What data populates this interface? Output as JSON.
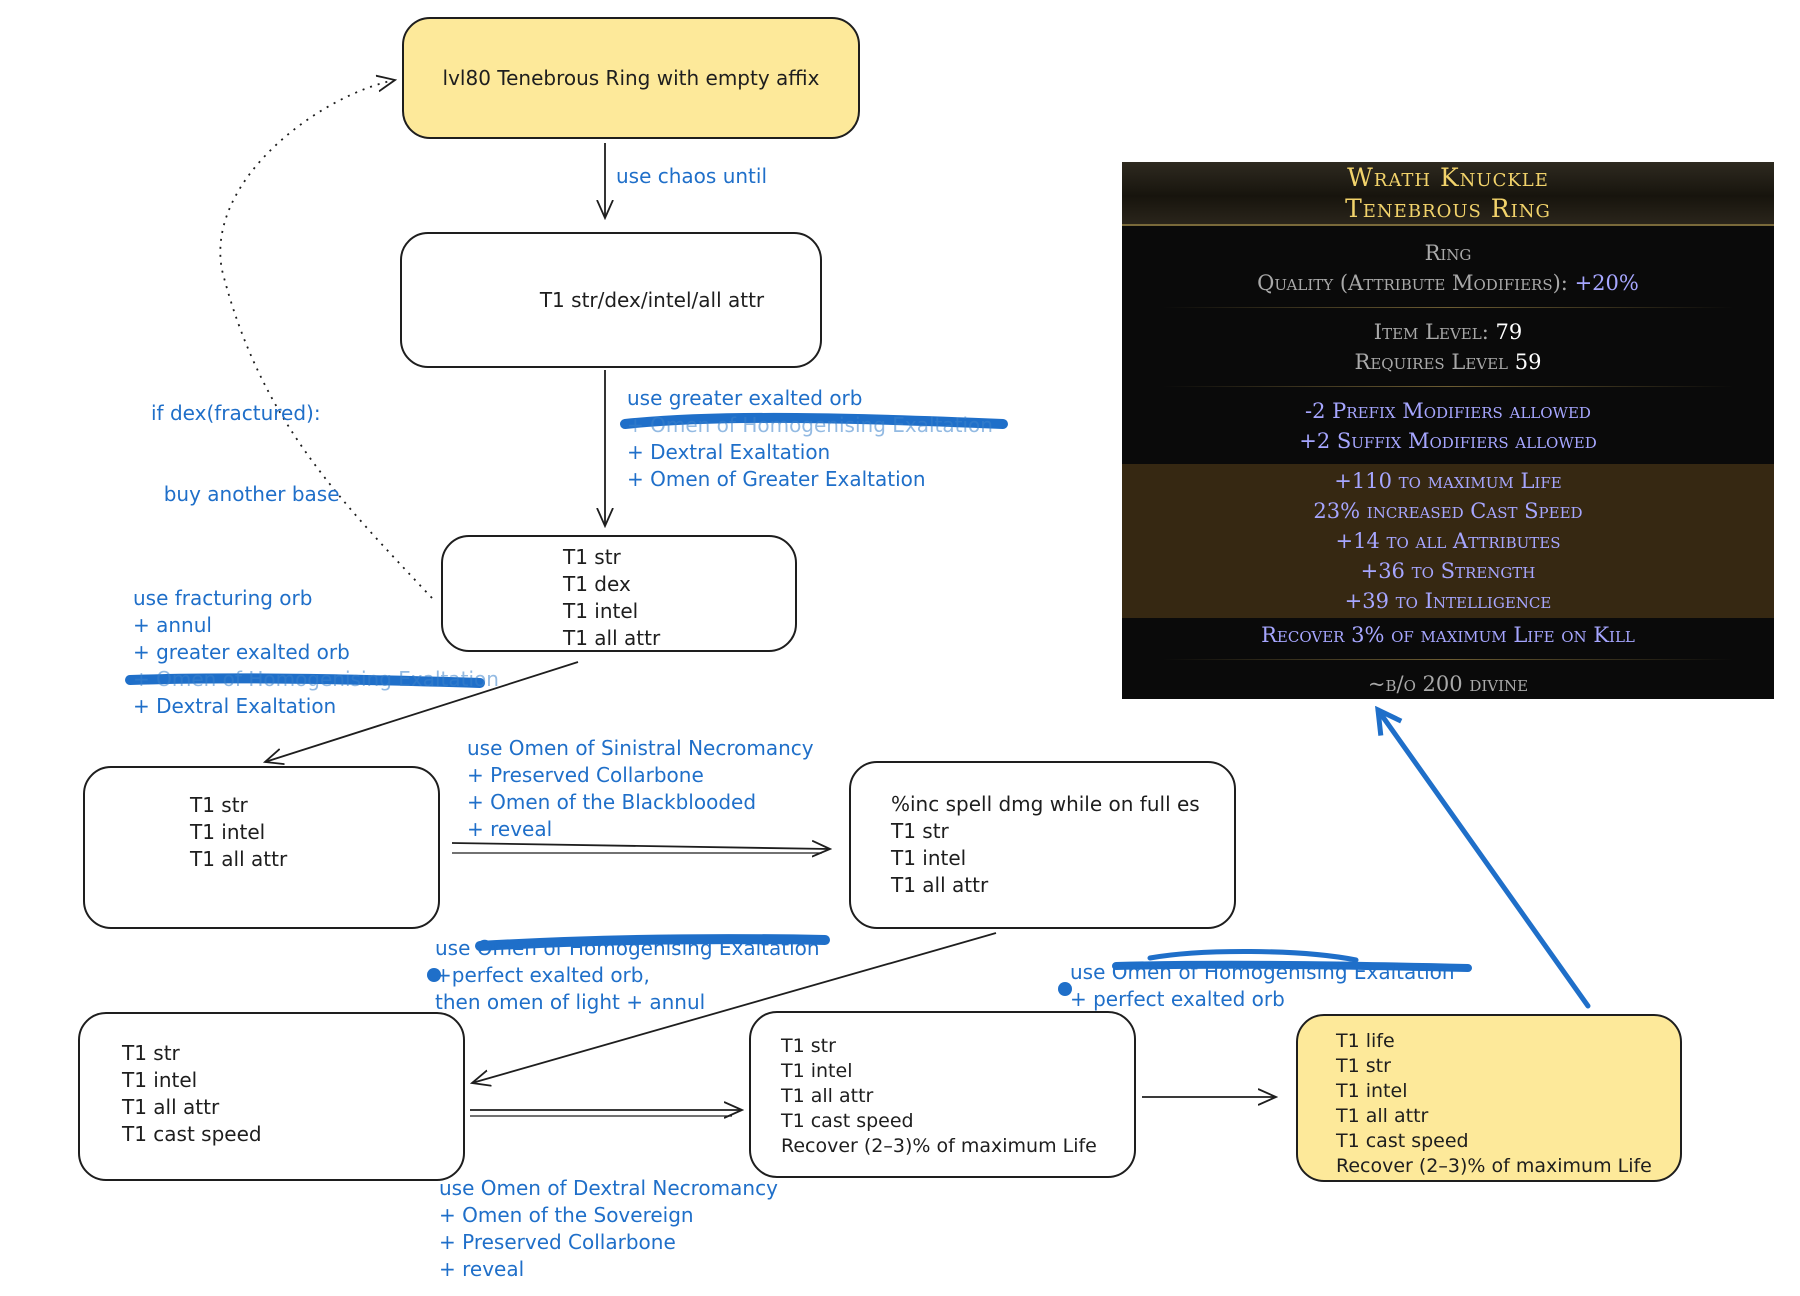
{
  "nodes": {
    "start": [
      "lvl80 Tenebrous Ring with empty affix"
    ],
    "step1": [
      "T1 str/dex/intel/all attr"
    ],
    "step2": [
      "T1 str",
      "T1 dex",
      "T1 intel",
      "T1 all attr"
    ],
    "step3": [
      "T1 str",
      "T1 intel",
      "T1 all attr"
    ],
    "step4": [
      "%inc spell dmg while on full es",
      "T1 str",
      "T1 intel",
      "T1 all attr"
    ],
    "step5": [
      "T1 str",
      "T1 intel",
      "T1 all attr",
      "T1 cast speed"
    ],
    "step6": [
      "T1 str",
      "T1 intel",
      "T1 all attr",
      "T1 cast speed",
      "Recover (2–3)% of maximum Life"
    ],
    "final": [
      "T1 life",
      "T1 str",
      "T1 intel",
      "T1 all attr",
      "T1 cast speed",
      "Recover (2–3)% of maximum Life"
    ]
  },
  "notes": {
    "chaos": [
      "use chaos until"
    ],
    "dex_fractured": [
      "if dex(fractured):",
      "  buy another base"
    ],
    "greater_exalt": [
      "use greater exalted orb",
      "+ Omen of Homogenising Exaltation",
      "+ Dextral Exaltation",
      "+ Omen of Greater Exaltation"
    ],
    "fracture": [
      "use fracturing orb",
      "+ annul",
      "+ greater exalted orb",
      "+ Omen of Homogenising Exaltation",
      "+ Dextral Exaltation"
    ],
    "sinistral": [
      "use Omen of Sinistral Necromancy",
      "+ Preserved Collarbone",
      "+ Omen of the Blackblooded",
      "+ reveal"
    ],
    "perfect_light": [
      "use Omen of Homogenising Exaltation",
      "+perfect exalted orb,",
      "then omen of light + annul"
    ],
    "dextral_necro": [
      "use Omen of Dextral Necromancy",
      "+ Omen of the Sovereign",
      "+ Preserved Collarbone",
      "+ reveal"
    ],
    "perfect_final": [
      "use Omen of Homogenising Exaltation",
      "+ perfect exalted orb"
    ]
  },
  "item": {
    "name_line1": "Wrath Knuckle",
    "name_line2": "Tenebrous Ring",
    "class": "Ring",
    "quality_label": "Quality (Attribute Modifiers):",
    "quality_value": "+20%",
    "item_level_label": "Item Level:",
    "item_level_value": "79",
    "requires_label": "Requires Level",
    "requires_value": "59",
    "implicits": [
      "-2 Prefix Modifiers allowed",
      "+2 Suffix Modifiers allowed"
    ],
    "mods": [
      "+110 to maximum Life",
      "23% increased Cast Speed",
      "+14 to all Attributes",
      "+36 to Strength",
      "+39 to Intelligence"
    ],
    "extra_mod": "Recover 3% of maximum Life on Kill",
    "price": "~b/o 200 divine"
  },
  "colors": {
    "stroke": "#1e1e1e",
    "note_blue": "#1f6fc9",
    "highlight_yellow": "#fde99a",
    "item_gold": "#f2d36b",
    "item_magic": "#a6a6ff"
  }
}
